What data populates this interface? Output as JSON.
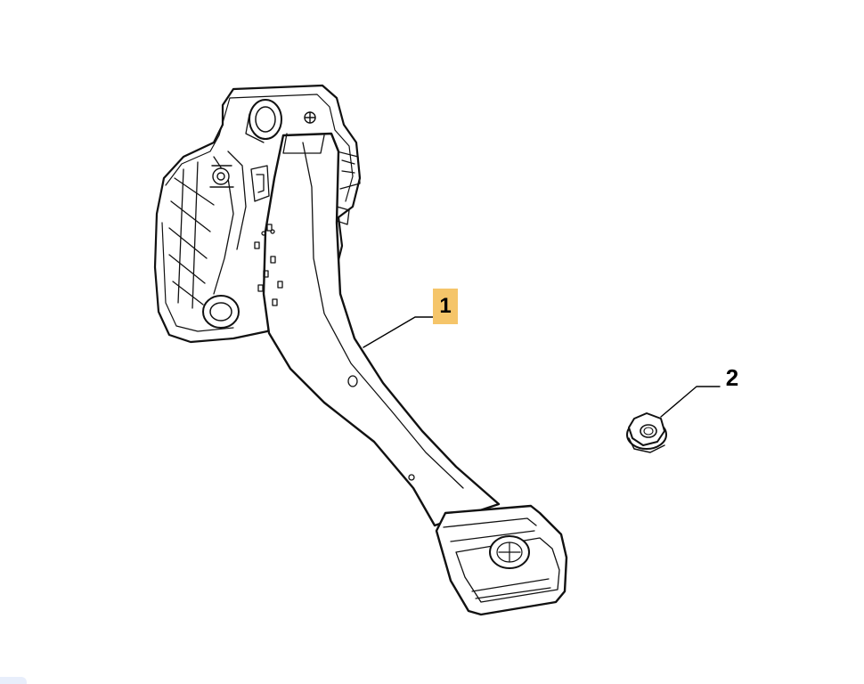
{
  "callouts": [
    {
      "label": "1",
      "highlight_color": "#f5c56a"
    },
    {
      "label": "2"
    }
  ],
  "parts": [
    {
      "name": "pedal-assembly-with-bracket"
    },
    {
      "name": "flange-nut"
    }
  ]
}
